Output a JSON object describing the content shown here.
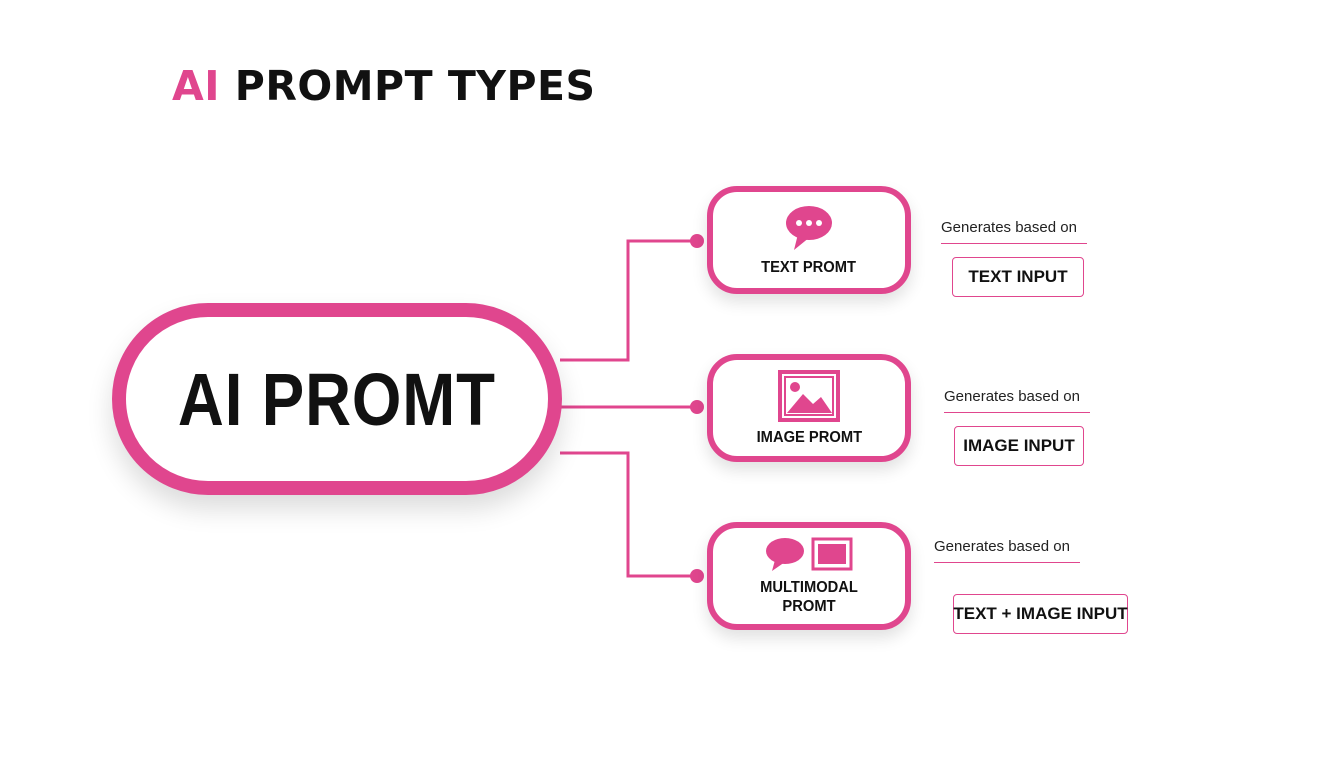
{
  "title": {
    "accent": "AI",
    "rest": " PROMPT TYPES"
  },
  "main_node": {
    "label": "AI PROMT"
  },
  "branches": [
    {
      "label": "TEXT PROMT",
      "icon": "speech-bubble-icon",
      "description": "Generates based on",
      "input": "TEXT INPUT"
    },
    {
      "label": "IMAGE PROMT",
      "icon": "image-icon",
      "description": "Generates based on",
      "input": "IMAGE INPUT"
    },
    {
      "label": "MULTIMODAL PROMT",
      "icon": "speech-bubble-and-image-icon",
      "description": "Generates based on",
      "input": "TEXT + IMAGE INPUT"
    }
  ],
  "colors": {
    "accent": "#e0468e",
    "text": "#111111",
    "background": "#ffffff"
  }
}
